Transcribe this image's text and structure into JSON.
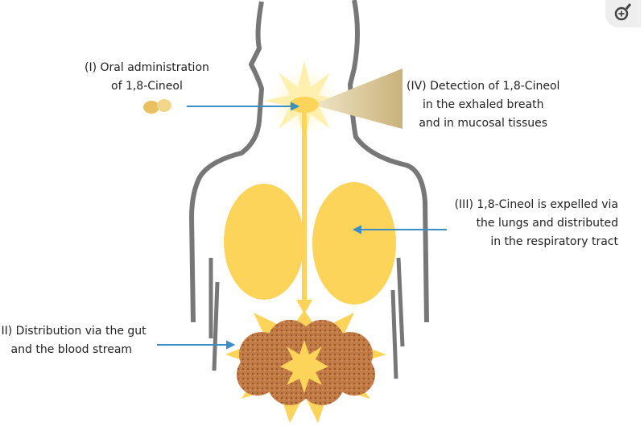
{
  "labels": {
    "oral": [
      "(I) Oral administration",
      "of 1,8-Cineol"
    ],
    "gut": [
      "(II) Distribution via the gut",
      "and the blood stream"
    ],
    "lungs": [
      "(III) 1,8-Cineol is expelled via",
      "the lungs and distributed",
      "in the respiratory tract"
    ],
    "detection": [
      "(IV) Detection of 1,8-Cineol",
      "in the exhaled breath",
      "and in mucosal tissues"
    ]
  },
  "colors": {
    "arrow": "#3b8fc4",
    "organ": "#fcd45a",
    "outline": "#777777",
    "gut": "#b8703a"
  },
  "zoom_button": "zoom-in-icon"
}
